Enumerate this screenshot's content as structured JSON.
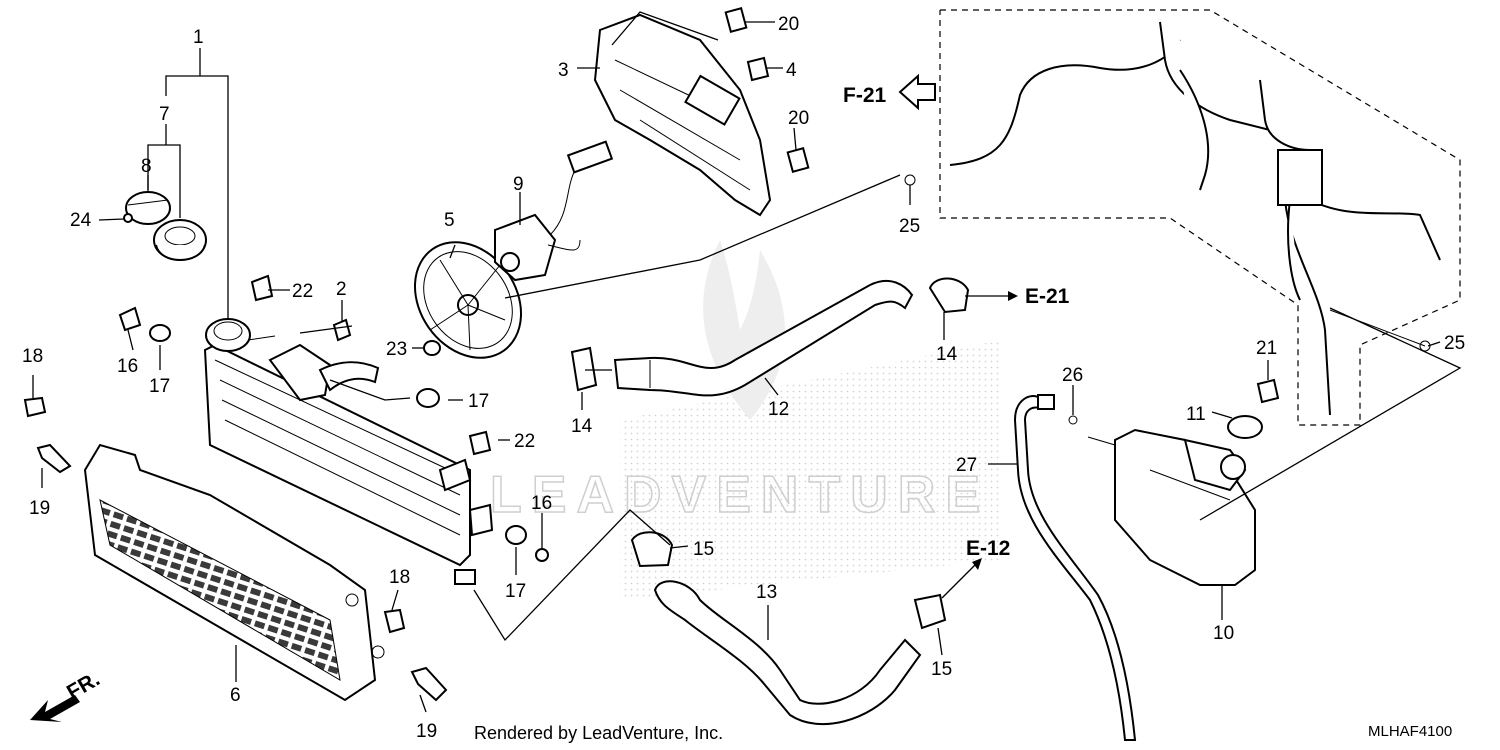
{
  "diagram": {
    "part_numbers": [
      "1",
      "2",
      "3",
      "4",
      "5",
      "6",
      "7",
      "8",
      "9",
      "10",
      "11",
      "12",
      "13",
      "14",
      "15",
      "16",
      "17",
      "18",
      "19",
      "20",
      "21",
      "22",
      "23",
      "24",
      "25",
      "26",
      "27"
    ],
    "refs": [
      "F-21",
      "E-21",
      "E-12"
    ],
    "front_label": "FR.",
    "watermark": "LEADVENTURE",
    "credit": "Rendered by LeadVenture, Inc.",
    "code": "MLHAF4100"
  }
}
